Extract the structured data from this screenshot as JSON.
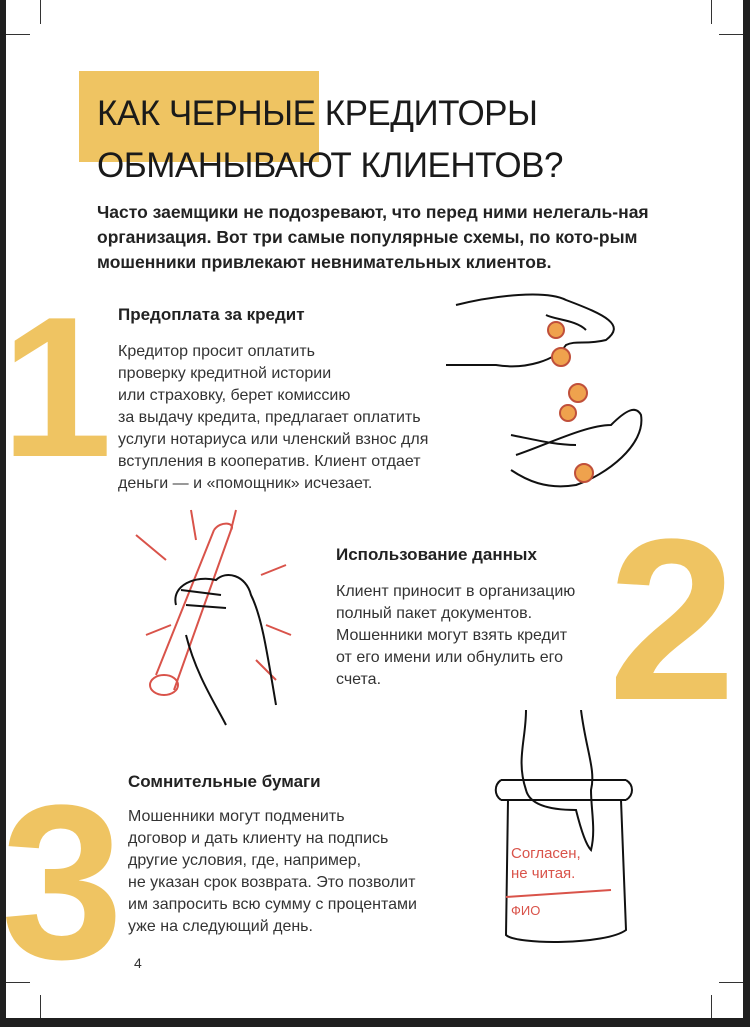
{
  "title": {
    "line1_highlight": "КАК ЧЕРНЫЕ",
    "line1_rest": " КРЕДИТОРЫ",
    "line2": "ОБМАНЫВАЮТ КЛИЕНТОВ?"
  },
  "intro": "Часто заемщики не подозревают, что перед ними нелегаль-ная организация. Вот три самые популярные схемы, по кото-рым мошенники привлекают невнимательных клиентов.",
  "sections": [
    {
      "number": "1",
      "heading": "Предоплата за кредит",
      "text": "Кредитор просит оплатить\nпроверку кредитной истории\nили страховку, берет комиссию\nза выдачу кредита, предлагает оплатить\nуслуги нотариуса или членский взнос для\nвступления в кооператив. Клиент отдает\nденьги — и «помощник» исчезает."
    },
    {
      "number": "2",
      "heading": "Использование данных",
      "text": "Клиент приносит в организацию\nполный пакет документов.\nМошенники могут взять кредит\nот его имени или обнулить его\nсчета."
    },
    {
      "number": "3",
      "heading": "Сомнительные бумаги",
      "text": "Мошенники могут подменить\nдоговор и дать клиенту на подпись\nдругие условия, где, например,\nне указан срок возврата. Это позволит\nим запросить всю сумму с процентами\nуже на следующий день."
    }
  ],
  "illustration_text": {
    "line1": "Согласен,",
    "line2": "не читая.",
    "signature_label": "ФИО"
  },
  "page_number": "4",
  "colors": {
    "accent": "#efc462",
    "sketch_red": "#d9534a"
  }
}
